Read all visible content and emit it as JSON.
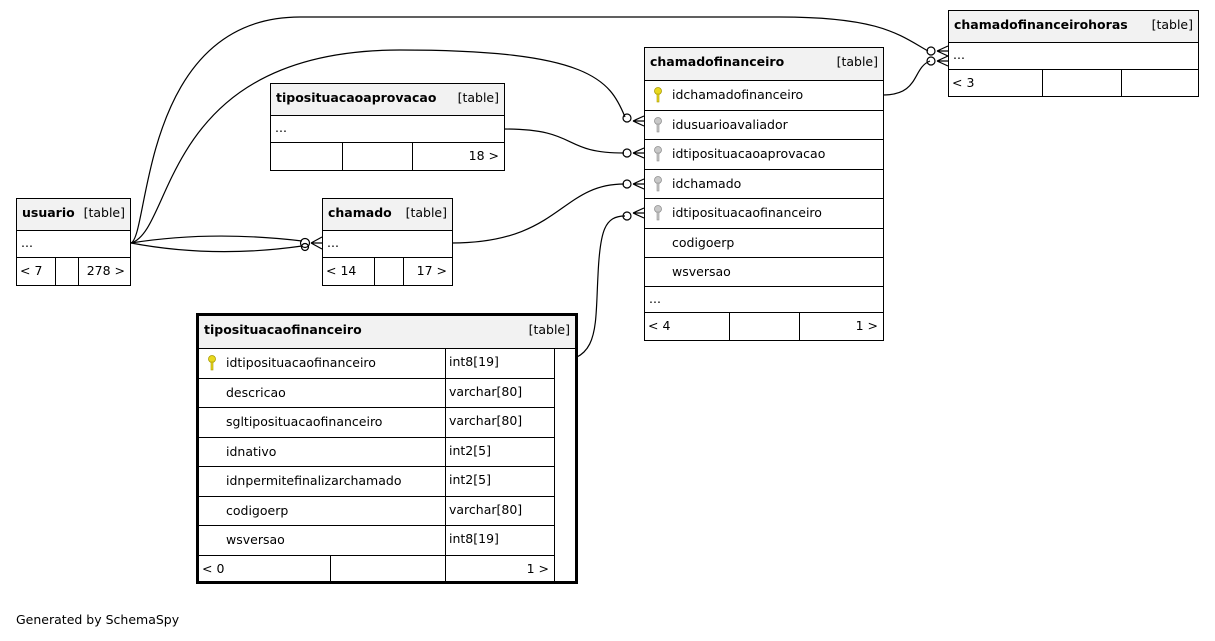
{
  "tables": {
    "chamadofinanceirohoras": {
      "name": "chamadofinanceirohoras",
      "kind": "[table]",
      "ellipsis": "...",
      "nav_left": "< 3"
    },
    "chamadofinanceiro": {
      "name": "chamadofinanceiro",
      "kind": "[table]",
      "columns": [
        "idchamadofinanceiro",
        "idusuarioavaliador",
        "idtiposituacaoaprovacao",
        "idchamado",
        "idtiposituacaofinanceiro",
        "codigoerp",
        "wsversao"
      ],
      "ellipsis": "...",
      "nav_left": "< 4",
      "nav_right": "1 >"
    },
    "tiposituacaoaprovacao": {
      "name": "tiposituacaoaprovacao",
      "kind": "[table]",
      "ellipsis": "...",
      "nav_right": "18 >"
    },
    "usuario": {
      "name": "usuario",
      "kind": "[table]",
      "ellipsis": "...",
      "nav_left": "< 7",
      "nav_right": "278 >"
    },
    "chamado": {
      "name": "chamado",
      "kind": "[table]",
      "ellipsis": "...",
      "nav_left": "< 14",
      "nav_right": "17 >"
    },
    "tiposituacaofinanceiro": {
      "name": "tiposituacaofinanceiro",
      "kind": "[table]",
      "columns": [
        {
          "name": "idtiposituacaofinanceiro",
          "type": "int8[19]"
        },
        {
          "name": "descricao",
          "type": "varchar[80]"
        },
        {
          "name": "sgltiposituacaofinanceiro",
          "type": "varchar[80]"
        },
        {
          "name": "idnativo",
          "type": "int2[5]"
        },
        {
          "name": "idnpermitefinalizarchamado",
          "type": "int2[5]"
        },
        {
          "name": "codigoerp",
          "type": "varchar[80]"
        },
        {
          "name": "wsversao",
          "type": "int8[19]"
        }
      ],
      "nav_left": "< 0",
      "nav_right": "1 >"
    }
  },
  "footer": "Generated by SchemaSpy",
  "colors": {
    "primary_key": "#e8d81e",
    "foreign_key": "#b0b0b0",
    "header_bg": "#f2f2f2"
  }
}
